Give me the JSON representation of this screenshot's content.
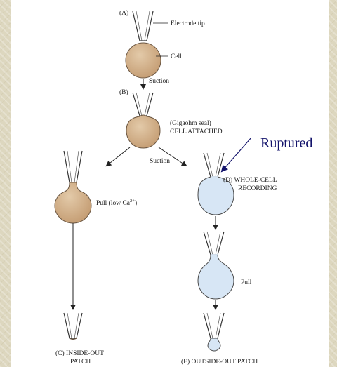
{
  "labels": {
    "a": "(A)",
    "b": "(B)",
    "electrode_tip": "Electrode tip",
    "cell": "Cell",
    "suction_1": "Suction",
    "gigaohm": "(Gigaohm seal)",
    "cell_attached": "CELL ATTACHED",
    "suction_2": "Suction",
    "ruptured": "Ruptured",
    "d_line1": "(D)  WHOLE-CELL",
    "d_line2": "RECORDING",
    "pull_low_prefix": "Pull (low Ca",
    "pull_low_sup": "2+",
    "pull_low_suffix": ")",
    "pull": "Pull",
    "c_line1": "(C)  INSIDE-OUT",
    "c_line2": "PATCH",
    "e": "(E)  OUTSIDE-OUT PATCH"
  },
  "colors": {
    "cell_brown": "#cfae8a",
    "cell_blue": "#d7e6f5",
    "annotation_blue": "#13136b"
  }
}
